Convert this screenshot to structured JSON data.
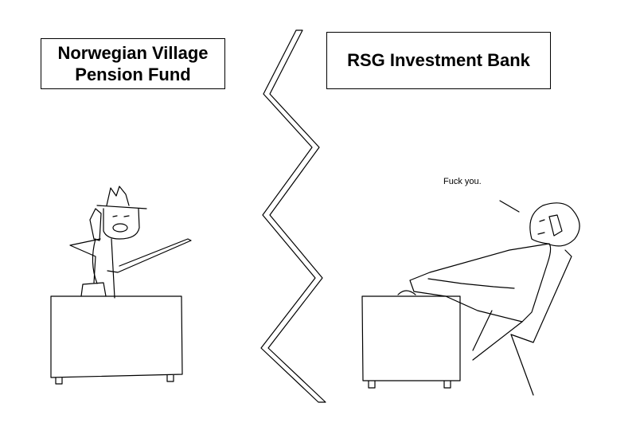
{
  "left_panel": {
    "title_line1": "Norwegian Village",
    "title_line2": "Pension Fund"
  },
  "right_panel": {
    "title": "RSG Investment Bank",
    "speech": "Fuck you."
  },
  "colors": {
    "background": "#ffffff",
    "ink": "#000000"
  }
}
